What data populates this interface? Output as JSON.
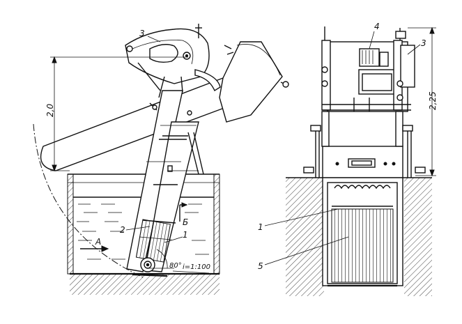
{
  "labels": {
    "left_part_3": "3",
    "left_part_2": "2",
    "left_part_1": "1",
    "flow_arrow": "A",
    "section_mark": "Б",
    "angle": "80°",
    "slope": "i=1:100",
    "dim_height_left": "2,0",
    "right_part_4": "4",
    "right_part_3": "3",
    "right_part_1": "1",
    "right_part_5": "5",
    "dim_height_right": "2,25"
  }
}
